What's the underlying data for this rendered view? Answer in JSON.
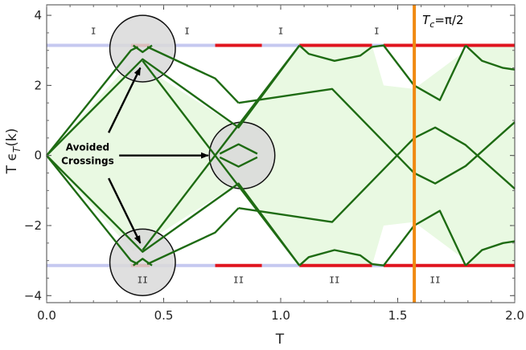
{
  "chart_data": {
    "type": "line",
    "xlabel": "T",
    "ylabel": "T ϵ",
    "ylabel_sub": "T",
    "ylabel_tail": "(k)",
    "xlim": [
      0,
      2
    ],
    "ylim": [
      -4.2,
      4.3
    ],
    "x_ticks": [
      0,
      0.5,
      1.0,
      1.5,
      2.0
    ],
    "x_tick_labels": [
      "0.0",
      "0.5",
      "1.0",
      "1.5",
      "2.0"
    ],
    "y_ticks": [
      -4,
      -2,
      0,
      2,
      4
    ],
    "y_tick_labels": [
      "−4",
      "−2",
      "0",
      "2",
      "4"
    ],
    "grid": false,
    "colors": {
      "band_curve": "#1e6b13",
      "band_fill": "#e9f9e2",
      "gap_red": "#e0141e",
      "gap_lavender": "#c5c8f0",
      "tc_line": "#f08a12",
      "ellipse_fill": "#d9d9d9"
    },
    "top_bar": {
      "y": 3.1416,
      "segments": [
        {
          "x": [
            0.0,
            0.36
          ],
          "color": "lavender"
        },
        {
          "x": [
            0.36,
            0.44
          ],
          "color": "red"
        },
        {
          "x": [
            0.44,
            0.72
          ],
          "color": "lavender"
        },
        {
          "x": [
            0.72,
            0.92
          ],
          "color": "red"
        },
        {
          "x": [
            0.92,
            1.08
          ],
          "color": "lavender"
        },
        {
          "x": [
            1.08,
            1.39
          ],
          "color": "red"
        },
        {
          "x": [
            1.39,
            1.44
          ],
          "color": "lavender"
        },
        {
          "x": [
            1.44,
            2.0
          ],
          "color": "red"
        }
      ]
    },
    "bottom_bar": {
      "y": -3.1416,
      "segments": [
        {
          "x": [
            0.0,
            0.36
          ],
          "color": "lavender"
        },
        {
          "x": [
            0.36,
            0.44
          ],
          "color": "red"
        },
        {
          "x": [
            0.44,
            0.72
          ],
          "color": "lavender"
        },
        {
          "x": [
            0.72,
            0.92
          ],
          "color": "red"
        },
        {
          "x": [
            0.92,
            1.08
          ],
          "color": "lavender"
        },
        {
          "x": [
            1.08,
            1.39
          ],
          "color": "red"
        },
        {
          "x": [
            1.39,
            1.44
          ],
          "color": "lavender"
        },
        {
          "x": [
            1.44,
            2.0
          ],
          "color": "red"
        }
      ]
    },
    "region_labels": [
      {
        "text": "I",
        "x": 0.2,
        "y": 3.55
      },
      {
        "text": "I",
        "x": 0.6,
        "y": 3.55
      },
      {
        "text": "I",
        "x": 1.0,
        "y": 3.55
      },
      {
        "text": "I",
        "x": 1.41,
        "y": 3.55
      },
      {
        "text": "II",
        "x": 0.41,
        "y": -3.55
      },
      {
        "text": "II",
        "x": 0.82,
        "y": -3.55
      },
      {
        "text": "II",
        "x": 1.23,
        "y": -3.55
      },
      {
        "text": "II",
        "x": 1.66,
        "y": -3.55
      }
    ],
    "band_fill_polygon": [
      [
        0.0,
        0.0
      ],
      [
        0.37,
        2.75
      ],
      [
        0.41,
        2.55
      ],
      [
        0.82,
        0.78
      ],
      [
        1.08,
        3.14
      ],
      [
        1.39,
        3.14
      ],
      [
        1.44,
        2.0
      ],
      [
        1.57,
        1.9
      ],
      [
        1.82,
        3.14
      ],
      [
        2.0,
        3.14
      ],
      [
        2.0,
        -3.14
      ],
      [
        1.82,
        -3.14
      ],
      [
        1.57,
        -1.9
      ],
      [
        1.44,
        -2.0
      ],
      [
        1.39,
        -3.14
      ],
      [
        1.08,
        -3.14
      ],
      [
        0.82,
        -0.78
      ],
      [
        0.41,
        -2.55
      ],
      [
        0.37,
        -2.75
      ],
      [
        0.0,
        0.0
      ]
    ],
    "series": [
      {
        "points": [
          [
            0.0,
            0.0
          ],
          [
            0.41,
            2.75
          ],
          [
            0.82,
            0.8
          ],
          [
            1.08,
            3.14
          ]
        ]
      },
      {
        "points": [
          [
            0.0,
            0.0
          ],
          [
            0.41,
            -2.75
          ],
          [
            0.82,
            -0.8
          ],
          [
            1.08,
            -3.14
          ]
        ]
      },
      {
        "points": [
          [
            0.0,
            0.0
          ],
          [
            0.36,
            3.0
          ],
          [
            0.39,
            3.1
          ]
        ]
      },
      {
        "points": [
          [
            0.0,
            0.0
          ],
          [
            0.36,
            -3.0
          ],
          [
            0.39,
            -3.1
          ]
        ]
      },
      {
        "points": [
          [
            0.37,
            3.14
          ],
          [
            0.41,
            2.95
          ],
          [
            0.45,
            3.14
          ]
        ]
      },
      {
        "points": [
          [
            0.37,
            -3.14
          ],
          [
            0.41,
            -2.95
          ],
          [
            0.45,
            -3.14
          ]
        ]
      },
      {
        "points": [
          [
            0.43,
            3.1
          ],
          [
            0.72,
            2.2
          ],
          [
            0.82,
            1.5
          ]
        ]
      },
      {
        "points": [
          [
            0.43,
            -3.1
          ],
          [
            0.72,
            -2.2
          ],
          [
            0.82,
            -1.5
          ]
        ]
      },
      {
        "points": [
          [
            0.41,
            2.7
          ],
          [
            1.08,
            -3.14
          ]
        ]
      },
      {
        "points": [
          [
            0.41,
            -2.7
          ],
          [
            1.08,
            3.14
          ]
        ]
      },
      {
        "points": [
          [
            0.74,
            0.05
          ],
          [
            0.82,
            0.32
          ],
          [
            0.9,
            0.05
          ]
        ]
      },
      {
        "points": [
          [
            0.74,
            -0.05
          ],
          [
            0.82,
            -0.32
          ],
          [
            0.9,
            -0.05
          ]
        ]
      },
      {
        "points": [
          [
            0.82,
            1.5
          ],
          [
            1.22,
            1.9
          ],
          [
            1.57,
            -0.5
          ],
          [
            1.66,
            -0.8
          ],
          [
            1.79,
            -0.3
          ],
          [
            2.0,
            0.95
          ]
        ]
      },
      {
        "points": [
          [
            0.82,
            -1.5
          ],
          [
            1.22,
            -1.9
          ],
          [
            1.57,
            0.5
          ],
          [
            1.66,
            0.8
          ],
          [
            1.79,
            0.3
          ],
          [
            2.0,
            -0.95
          ]
        ]
      },
      {
        "points": [
          [
            1.08,
            3.14
          ],
          [
            1.12,
            2.9
          ],
          [
            1.23,
            2.7
          ],
          [
            1.34,
            2.85
          ],
          [
            1.39,
            3.1
          ]
        ]
      },
      {
        "points": [
          [
            1.08,
            -3.14
          ],
          [
            1.12,
            -2.9
          ],
          [
            1.23,
            -2.7
          ],
          [
            1.34,
            -2.85
          ],
          [
            1.39,
            -3.1
          ]
        ]
      },
      {
        "points": [
          [
            1.39,
            3.1
          ],
          [
            1.44,
            3.14
          ],
          [
            1.57,
            2.0
          ],
          [
            1.68,
            1.58
          ],
          [
            1.79,
            3.14
          ]
        ]
      },
      {
        "points": [
          [
            1.39,
            -3.1
          ],
          [
            1.44,
            -3.14
          ],
          [
            1.57,
            -2.0
          ],
          [
            1.68,
            -1.58
          ],
          [
            1.79,
            -3.14
          ]
        ]
      },
      {
        "points": [
          [
            1.79,
            3.14
          ],
          [
            1.86,
            2.7
          ],
          [
            1.95,
            2.5
          ],
          [
            2.0,
            2.45
          ]
        ]
      },
      {
        "points": [
          [
            1.79,
            -3.14
          ],
          [
            1.86,
            -2.7
          ],
          [
            1.95,
            -2.5
          ],
          [
            2.0,
            -2.45
          ]
        ]
      }
    ],
    "vertical_line": {
      "x": 1.5708,
      "label": "T",
      "label_sub": "c",
      "label_tail": "=π/2"
    },
    "ellipses": [
      {
        "cx": 0.41,
        "cy": 3.05,
        "rx": 0.14,
        "ry": 0.95
      },
      {
        "cx": 0.835,
        "cy": 0.0,
        "rx": 0.14,
        "ry": 0.95
      },
      {
        "cx": 0.41,
        "cy": -3.05,
        "rx": 0.14,
        "ry": 0.95
      }
    ],
    "annotation": {
      "lines": [
        "Avoided",
        "Crossings"
      ],
      "x": 0.175,
      "y": 0.0,
      "arrows": [
        {
          "from": [
            0.265,
            0.65
          ],
          "to": [
            0.4,
            2.5
          ]
        },
        {
          "from": [
            0.31,
            0.0
          ],
          "to": [
            0.69,
            0.0
          ]
        },
        {
          "from": [
            0.265,
            -0.65
          ],
          "to": [
            0.4,
            -2.5
          ]
        }
      ]
    }
  }
}
